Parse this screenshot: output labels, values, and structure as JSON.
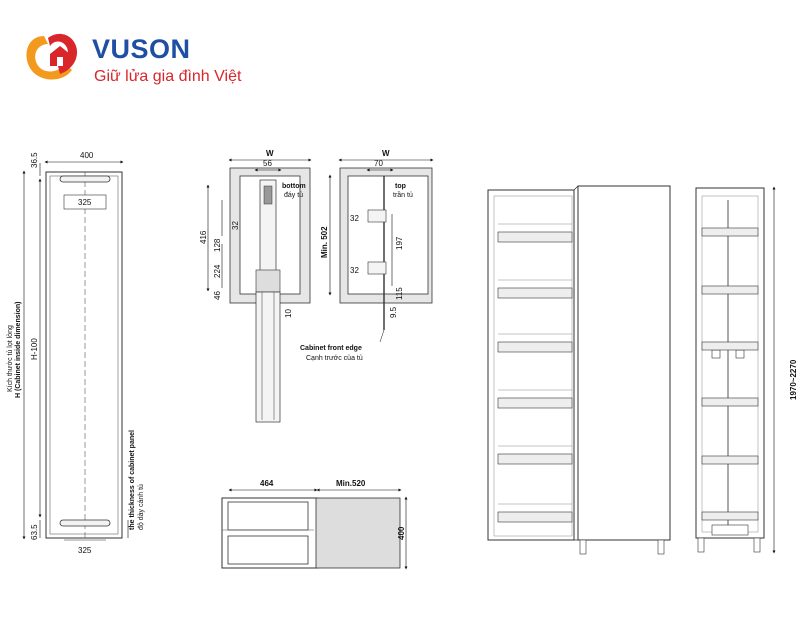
{
  "brand": {
    "name": "VUSON",
    "tagline": "Giữ lửa gia đình Việt",
    "colors": {
      "primary": "#1f4fa3",
      "accent": "#d8262b",
      "orange": "#f39a1e"
    }
  },
  "front_view": {
    "width": "400",
    "top_offset": "36.5",
    "rail_top": "325",
    "rail_bottom": "325",
    "bottom_offset": "63.5",
    "height": "H-100",
    "height_label_en": "H (Cabinet inside dimension)",
    "height_label_vi": "Kích thước tủ lọt lòng",
    "panel_label_en": "the thickness of cabinet panel",
    "panel_label_vi": "độ dày cánh tủ"
  },
  "side_view_a": {
    "w_label": "W",
    "w_value": "56",
    "bottom_en": "bottom",
    "bottom_vi": "đáy tủ",
    "d416": "416",
    "d32": "32",
    "d128": "128",
    "d224": "224",
    "d46": "46",
    "d10": "10"
  },
  "side_view_b": {
    "w_label": "W",
    "w_value": "70",
    "top_en": "top",
    "top_vi": "trần tủ",
    "min": "Min. 502",
    "d32a": "32",
    "d32b": "32",
    "d197": "197",
    "d115": "115",
    "d95": "9.5",
    "front_edge_en": "Cabinet front edge",
    "front_edge_vi": "Cạnh trước của tủ"
  },
  "top_view": {
    "d464": "464",
    "min520": "Min.520",
    "d400": "400"
  },
  "tall_view": {
    "range": "1970~2270"
  }
}
